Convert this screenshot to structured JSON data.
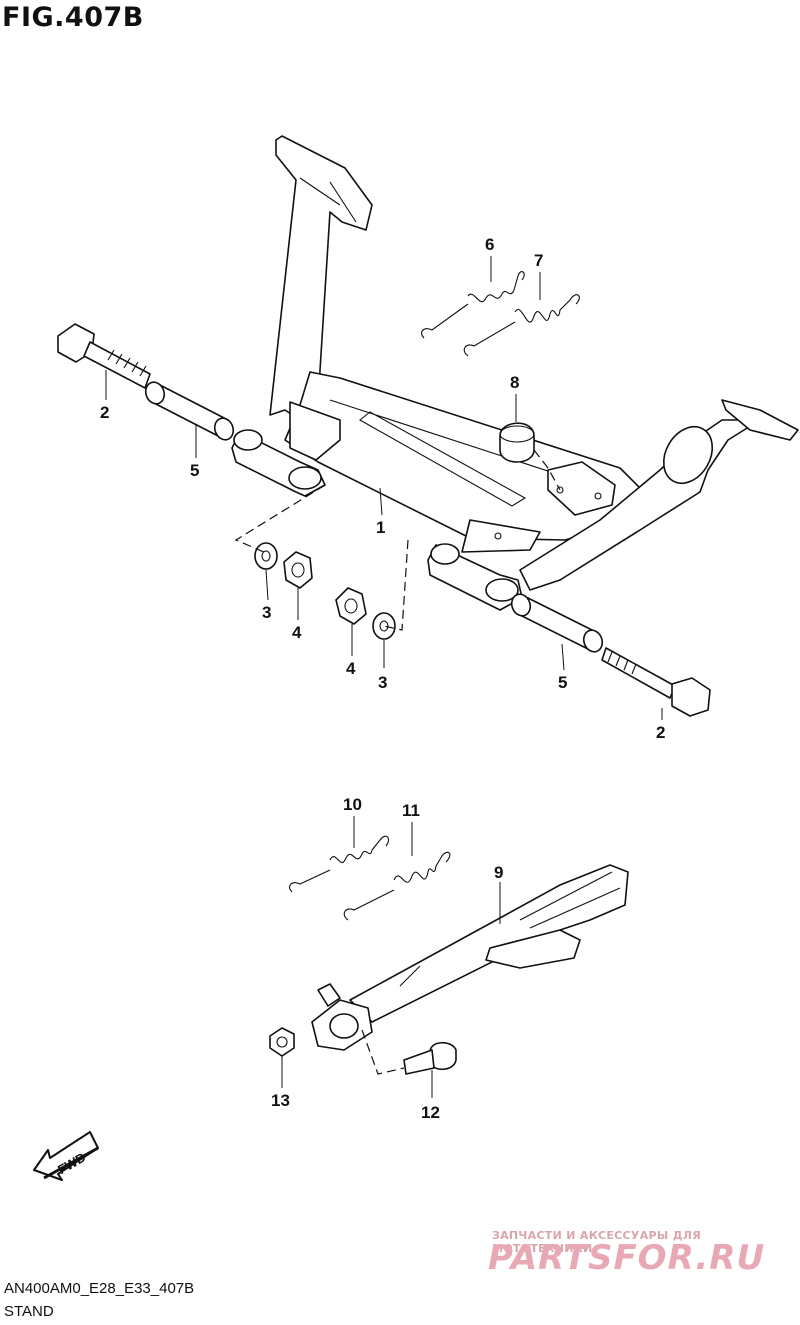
{
  "figure": {
    "title": "FIG.407B",
    "code": "AN400AM0_E28_E33_407B",
    "section": "STAND"
  },
  "callouts": {
    "c1": "1",
    "c2a": "2",
    "c2b": "2",
    "c3a": "3",
    "c3b": "3",
    "c4a": "4",
    "c4b": "4",
    "c5a": "5",
    "c5b": "5",
    "c6": "6",
    "c7": "7",
    "c8": "8",
    "c9": "9",
    "c10": "10",
    "c11": "11",
    "c12": "12",
    "c13": "13"
  },
  "fwd_label": "FWD",
  "watermark": {
    "tagline": "ЗАПЧАСТИ И АКСЕССУАРЫ ДЛЯ МОТОТЕХНИКИ",
    "logo": "PARTSFOR.RU"
  }
}
